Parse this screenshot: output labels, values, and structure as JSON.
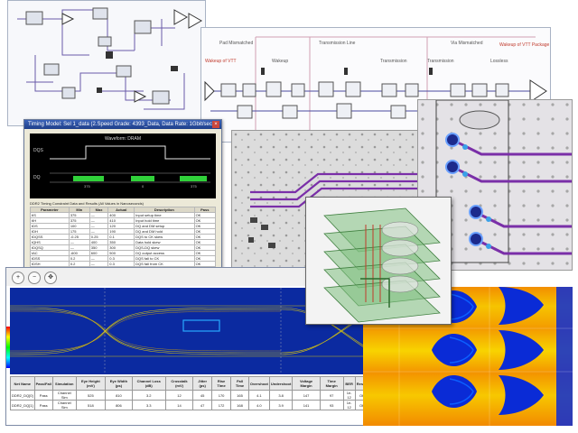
{
  "timing_window": {
    "title": "Timing Model: Sel 1_data (2.Speed Grade: 4393_Data, Data Rate: 1Gbit/sec",
    "scope_title": "Waveform: DRAM",
    "signal_a": "DQS",
    "signal_b": "DQ",
    "slot_labels": [
      "375",
      "0",
      "375"
    ],
    "table_caption": "DDR2 Timing Constraint Data and Results (All Values in Nanoseconds)",
    "table_headers": [
      "Parameter",
      "Min",
      "Max",
      "Actual",
      "Description",
      "Pass"
    ],
    "table_rows": [
      [
        "tIS",
        "375",
        "—",
        "400",
        "Input setup time",
        "OK"
      ],
      [
        "tIH",
        "375",
        "—",
        "410",
        "Input hold time",
        "OK"
      ],
      [
        "tDS",
        "100",
        "—",
        "120",
        "DQ and DM setup",
        "OK"
      ],
      [
        "tDH",
        "175",
        "—",
        "190",
        "DQ and DM hold",
        "OK"
      ],
      [
        "tDQSS",
        "-0.25",
        "0.25",
        "0.1",
        "DQS to CK skew",
        "OK"
      ],
      [
        "tQHS",
        "—",
        "400",
        "350",
        "Data hold skew",
        "OK"
      ],
      [
        "tDQSQ",
        "—",
        "350",
        "300",
        "DQS-DQ skew",
        "OK"
      ],
      [
        "tAC",
        "-600",
        "600",
        "500",
        "DQ output access",
        "OK"
      ],
      [
        "tDSS",
        "0.2",
        "—",
        "0.3",
        "DQS fall to CK",
        "OK"
      ],
      [
        "tDSH",
        "0.2",
        "—",
        "0.3",
        "DQS fall from CK",
        "OK"
      ]
    ]
  },
  "schematic": {
    "sections": [
      "Pad Mismatched",
      "Transmission Line",
      "Via Mismatched"
    ],
    "labels": [
      "Wakeup",
      "Transmission",
      "Transmission",
      "Lossless"
    ],
    "annotations": [
      "Wakeup of VTT",
      "Wakeup of VTT Package"
    ]
  },
  "eye_diagram": {
    "toolbar_icons": [
      "zoom-in-icon",
      "zoom-out-icon",
      "pan-icon"
    ],
    "table_headers": [
      "Net Name",
      "Pass/Fail",
      "Simulation",
      "Eye Height (mV)",
      "Eye Width (ps)",
      "Channel Loss (dB)",
      "Crosstalk (mV)",
      "Jitter (ps)",
      "Rise Time",
      "Fall Time",
      "Overshoot",
      "Undershoot",
      "Voltage Margin",
      "Time Margin",
      "BER",
      "Result"
    ],
    "table_rows": [
      [
        "DDR2_DQ[0]",
        "Pass",
        "Channel Sim",
        "525",
        "810",
        "3.2",
        "12",
        "45",
        "170",
        "165",
        "4.1",
        "3.8",
        "147",
        "97",
        "1e-12",
        "OK"
      ],
      [
        "DDR2_DQ[1]",
        "Pass",
        "Channel Sim",
        "518",
        "806",
        "3.3",
        "14",
        "47",
        "172",
        "168",
        "4.0",
        "3.9",
        "141",
        "93",
        "1e-12",
        "OK"
      ]
    ]
  }
}
